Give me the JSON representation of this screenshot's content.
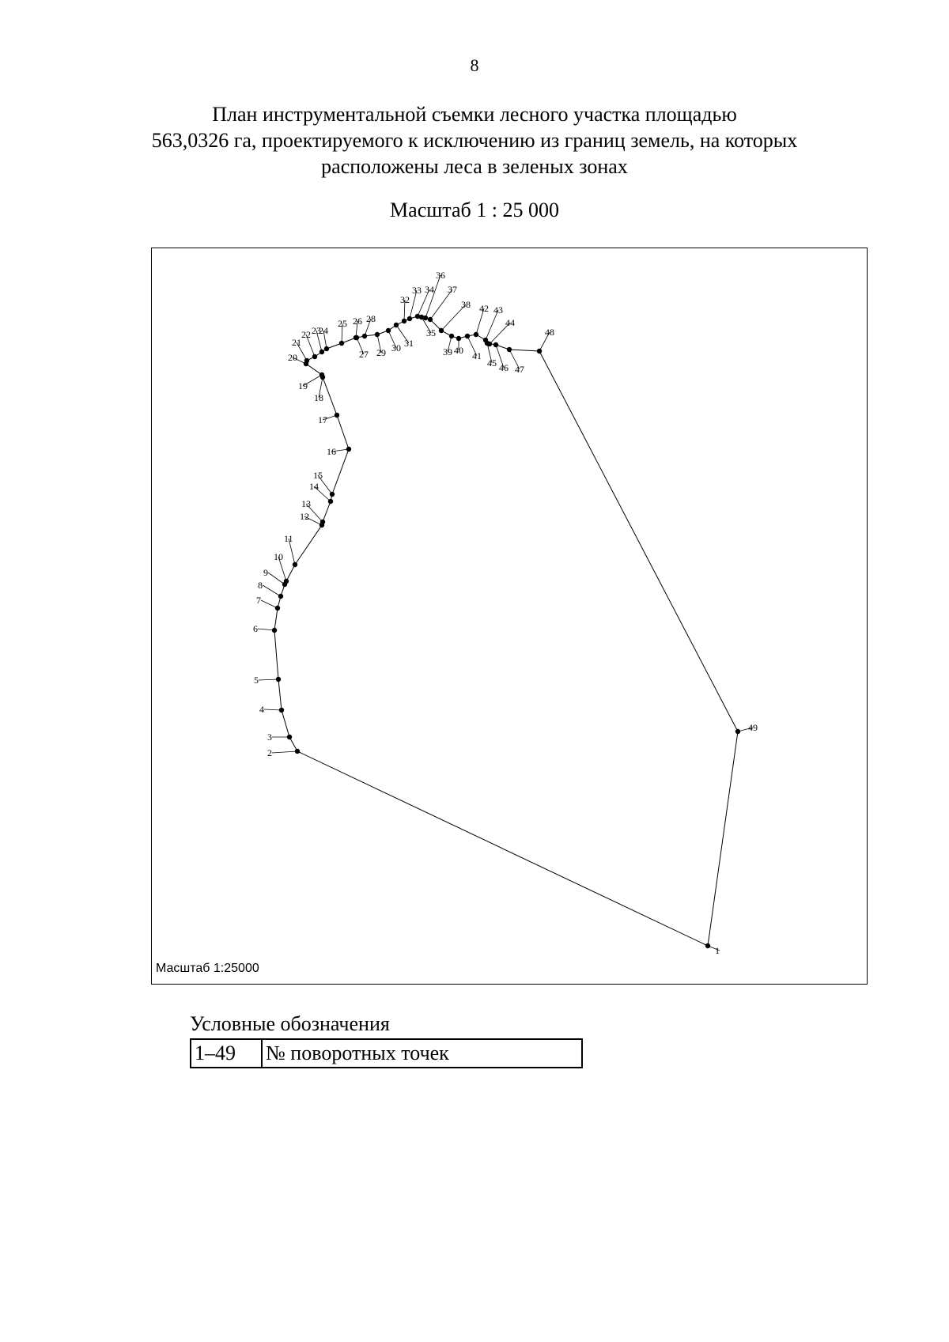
{
  "page_number": "8",
  "title_lines": [
    "План инструментальной съемки лесного участка площадью",
    "563,0326 га, проектируемого к исключению из границ земель, на которых",
    "расположены леса в зеленых зонах"
  ],
  "scale_heading": "Масштаб 1 : 25 000",
  "frame_scale_label": "Масштаб 1:25000",
  "legend": {
    "title": "Условные обозначения",
    "rows": [
      {
        "key": "1–49",
        "value": "№ поворотных точек"
      }
    ]
  },
  "boundary_points": [
    {
      "label": "1"
    },
    {
      "label": "2"
    },
    {
      "label": "3"
    },
    {
      "label": "4"
    },
    {
      "label": "5"
    },
    {
      "label": "6"
    },
    {
      "label": "7"
    },
    {
      "label": "8"
    },
    {
      "label": "9"
    },
    {
      "label": "10"
    },
    {
      "label": "11"
    },
    {
      "label": "12"
    },
    {
      "label": "13"
    },
    {
      "label": "14"
    },
    {
      "label": "15"
    },
    {
      "label": "16"
    },
    {
      "label": "17"
    },
    {
      "label": "18"
    },
    {
      "label": "19"
    },
    {
      "label": "20"
    },
    {
      "label": "21"
    },
    {
      "label": "22"
    },
    {
      "label": "23"
    },
    {
      "label": "24"
    },
    {
      "label": "25"
    },
    {
      "label": "26"
    },
    {
      "label": "27"
    },
    {
      "label": "28"
    },
    {
      "label": "29"
    },
    {
      "label": "30"
    },
    {
      "label": "31"
    },
    {
      "label": "32"
    },
    {
      "label": "33"
    },
    {
      "label": "34"
    },
    {
      "label": "35"
    },
    {
      "label": "36"
    },
    {
      "label": "37"
    },
    {
      "label": "38"
    },
    {
      "label": "39"
    },
    {
      "label": "40"
    },
    {
      "label": "41"
    },
    {
      "label": "42"
    },
    {
      "label": "43"
    },
    {
      "label": "44"
    },
    {
      "label": "45"
    },
    {
      "label": "46"
    },
    {
      "label": "47"
    },
    {
      "label": "48"
    },
    {
      "label": "49"
    }
  ]
}
